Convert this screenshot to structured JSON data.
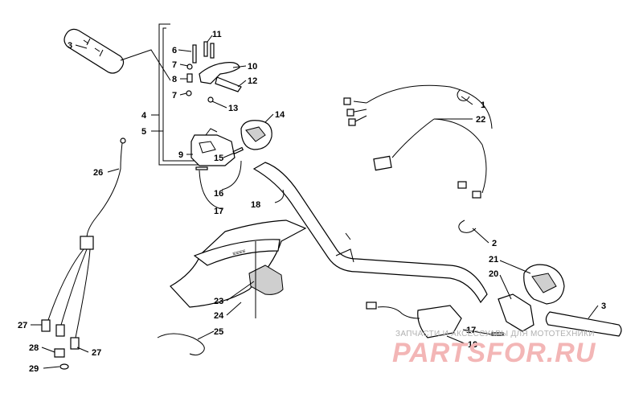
{
  "callouts": {
    "c1": "1",
    "c2": "2",
    "c3a": "3",
    "c3b": "3",
    "c4": "4",
    "c5": "5",
    "c6": "6",
    "c7a": "7",
    "c7b": "7",
    "c8": "8",
    "c9": "9",
    "c10": "10",
    "c11": "11",
    "c12": "12",
    "c13": "13",
    "c14": "14",
    "c15": "15",
    "c16": "16",
    "c17a": "17",
    "c17b": "17",
    "c18": "18",
    "c19": "19",
    "c20": "20",
    "c21": "21",
    "c22": "22",
    "c23": "23",
    "c24": "24",
    "c25": "25",
    "c26": "26",
    "c27a": "27",
    "c27b": "27",
    "c28": "28",
    "c29": "29"
  },
  "watermark": {
    "tagline": "ЗАПЧАСТИ И АКСЕССУАРЫ ДЛЯ МОТОТЕХНИКИ",
    "brand": "PARTSFOR.RU"
  },
  "colors": {
    "line": "#000000",
    "watermark": "#f3b6b6",
    "tagline": "#b0b0b0"
  }
}
